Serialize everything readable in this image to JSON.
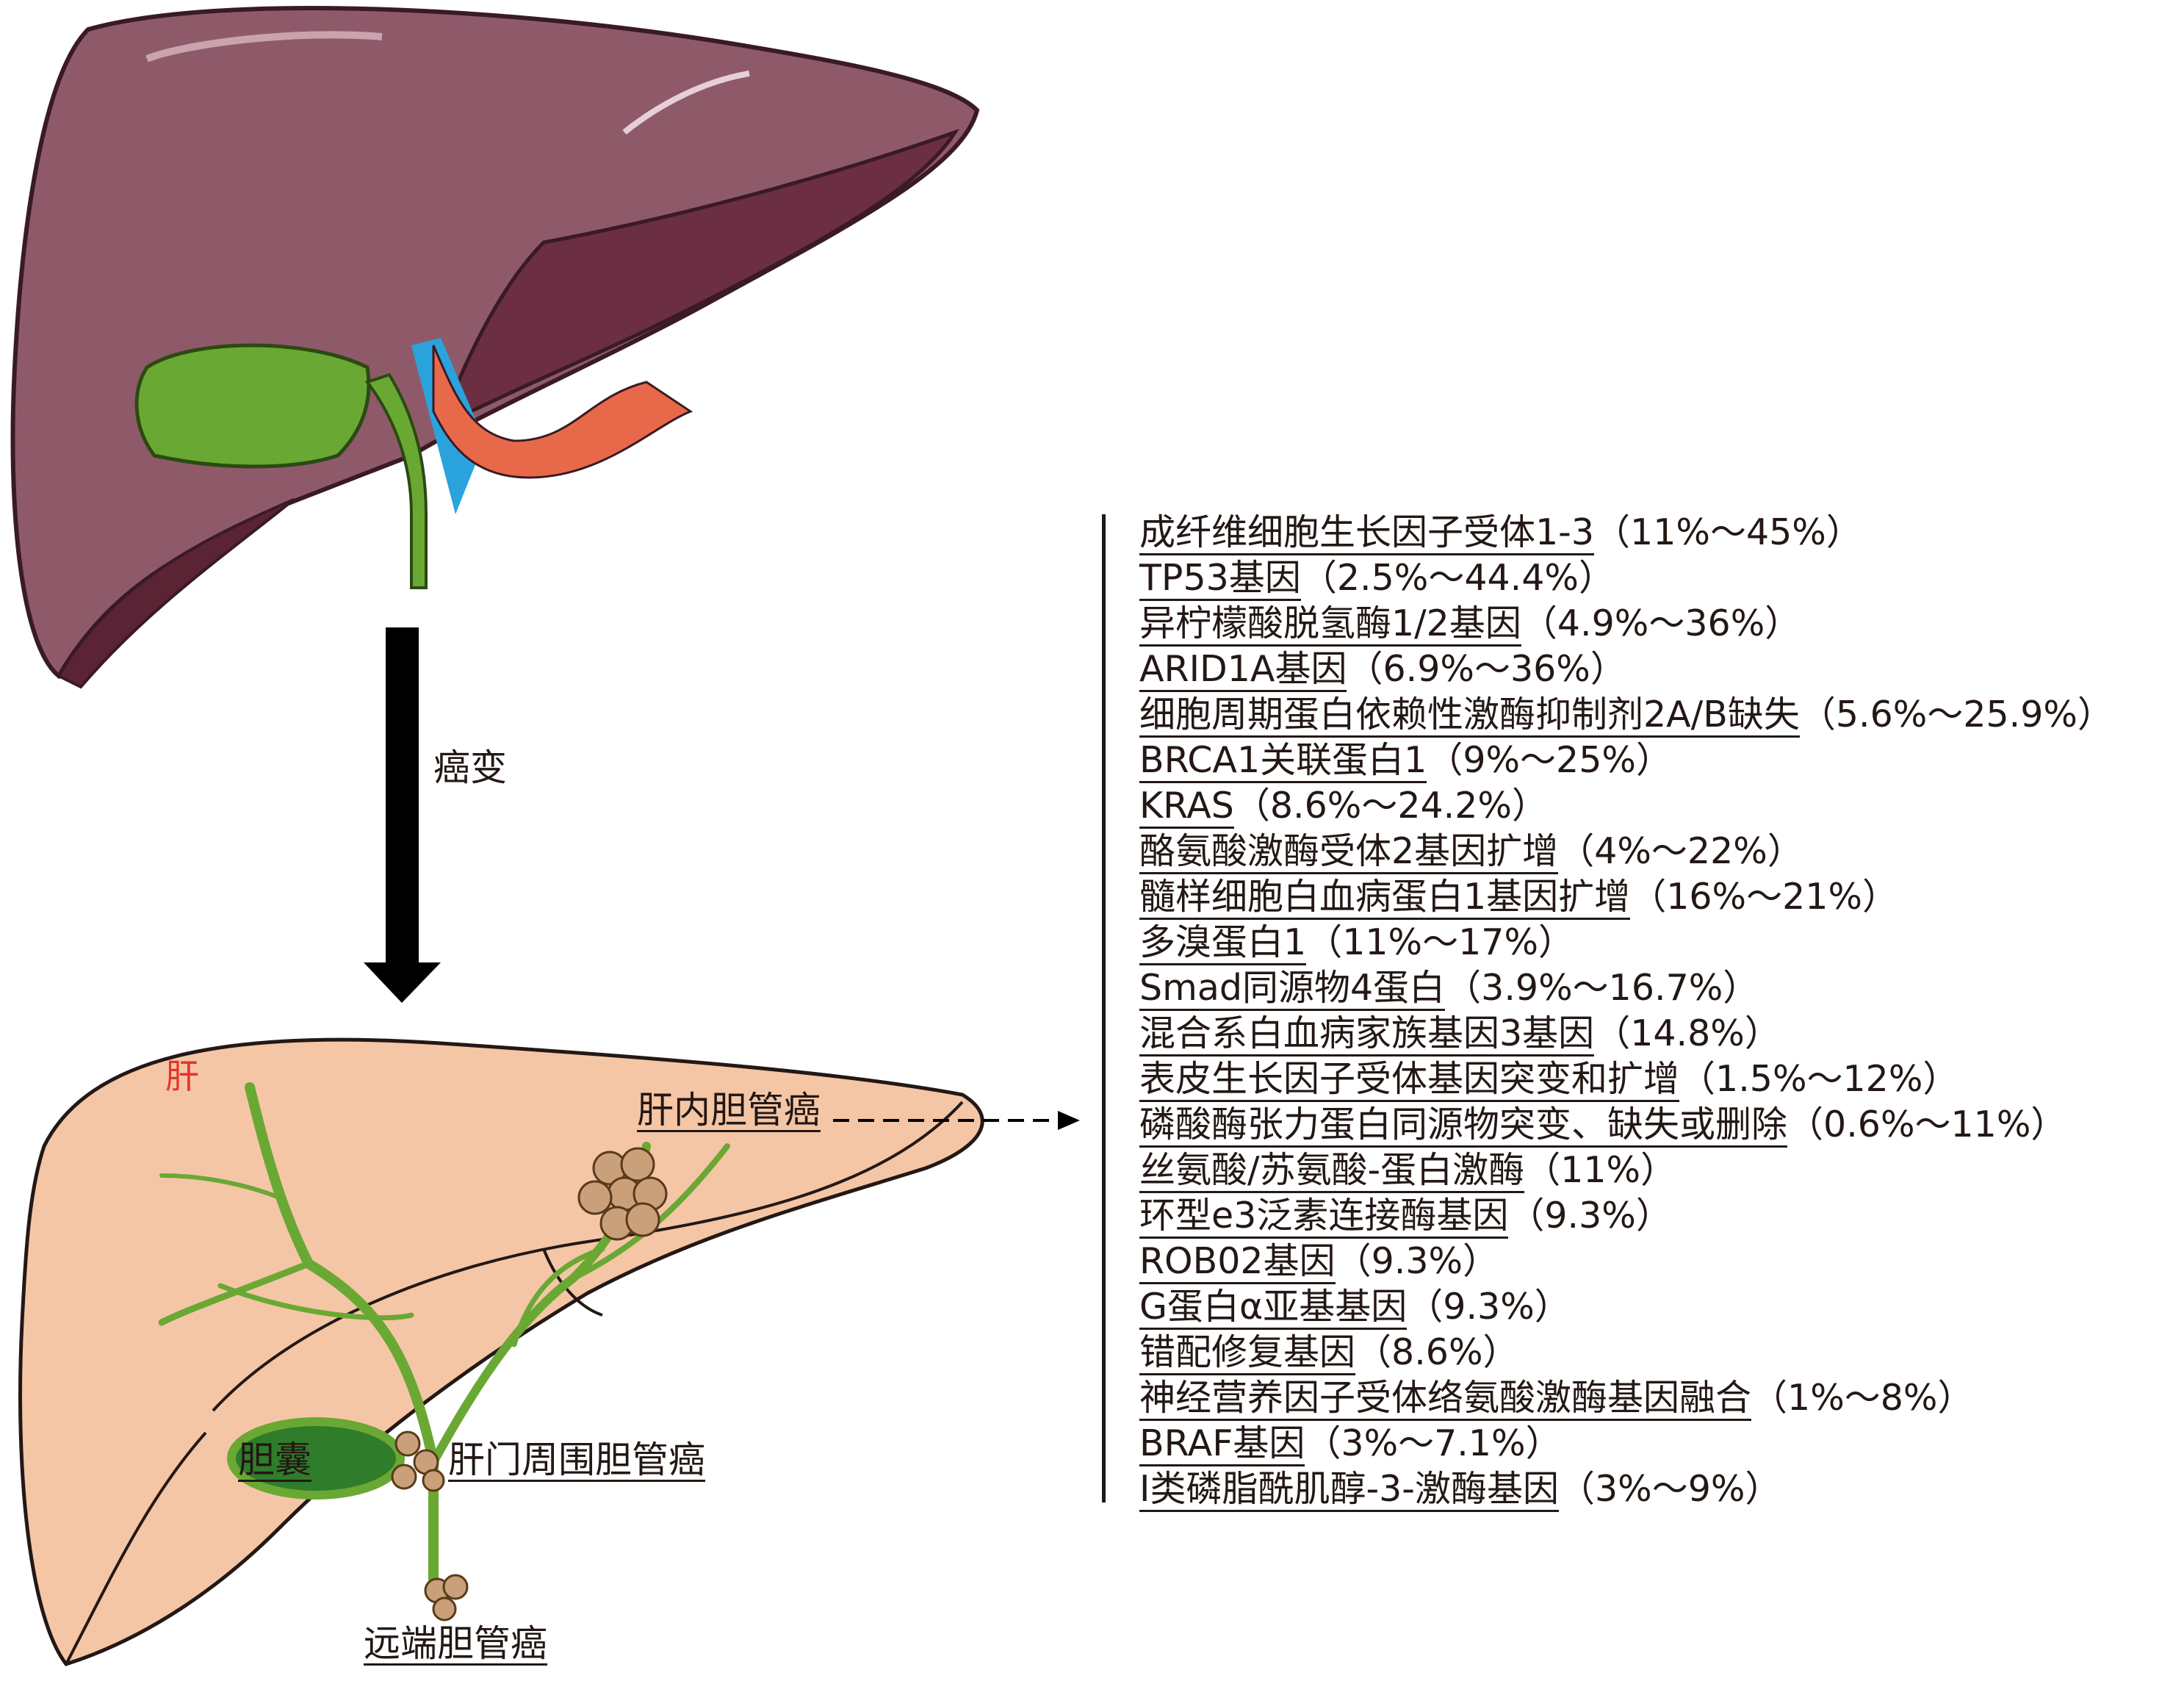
{
  "process_label": "癌变",
  "liver_label": "肝",
  "tumor_labels": {
    "intrahepatic": "肝内胆管癌",
    "gallbladder": "胆囊",
    "perihilar": "肝门周围胆管癌",
    "distal": "远端胆管癌"
  },
  "colors": {
    "liver_top": "#8e5a6a",
    "liver_bottom": "#f4c6a6",
    "bile_duct": "#6aa834",
    "artery": "#e8694a",
    "vein": "#2aa3dc",
    "liver_label": "#e5322d"
  },
  "genes": [
    {
      "name": "成纤维细胞生长因子受体1-3",
      "range": "（11%～45%）"
    },
    {
      "name": "TP53基因",
      "range": "（2.5%～44.4%）"
    },
    {
      "name": "异柠檬酸脱氢酶1/2基因",
      "range": "（4.9%～36%）"
    },
    {
      "name": "ARID1A基因",
      "range": "（6.9%～36%）"
    },
    {
      "name": "细胞周期蛋白依赖性激酶抑制剂2A/B缺失",
      "range": "（5.6%～25.9%）"
    },
    {
      "name": "BRCA1关联蛋白1",
      "range": "（9%～25%）"
    },
    {
      "name": "KRAS",
      "range": "（8.6%～24.2%）"
    },
    {
      "name": "酪氨酸激酶受体2基因扩增",
      "range": "（4%～22%）"
    },
    {
      "name": "髓样细胞白血病蛋白1基因扩增",
      "range": "（16%～21%）"
    },
    {
      "name": "多溴蛋白1",
      "range": "（11%～17%）"
    },
    {
      "name": "Smad同源物4蛋白",
      "range": "（3.9%～16.7%）"
    },
    {
      "name": "混合系白血病家族基因3基因",
      "range": "（14.8%）"
    },
    {
      "name": "表皮生长因子受体基因突变和扩增",
      "range": "（1.5%～12%）"
    },
    {
      "name": "磷酸酶张力蛋白同源物突变、缺失或删除",
      "range": "（0.6%～11%）"
    },
    {
      "name": "丝氨酸/苏氨酸-蛋白激酶",
      "range": "（11%）"
    },
    {
      "name": "环型e3泛素连接酶基因",
      "range": "（9.3%）"
    },
    {
      "name": "ROB02基因",
      "range": "（9.3%）"
    },
    {
      "name": "G蛋白α亚基基因",
      "range": "（9.3%）"
    },
    {
      "name": "错配修复基因",
      "range": "（8.6%）"
    },
    {
      "name": "神经营养因子受体络氨酸激酶基因融合",
      "range": "（1%～8%）"
    },
    {
      "name": "BRAF基因",
      "range": "（3%～7.1%）"
    },
    {
      "name": "Ⅰ类磷脂酰肌醇-3-激酶基因",
      "range": "（3%～9%）"
    }
  ]
}
